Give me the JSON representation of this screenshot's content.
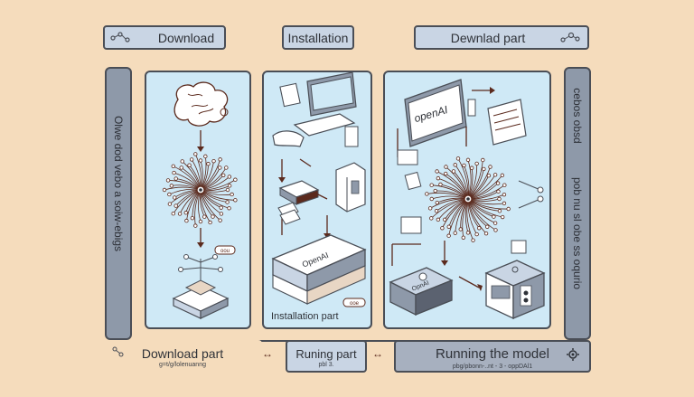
{
  "header": {
    "download_label": "Download",
    "installation_label": "Installation",
    "download_part_label": "Dewnlad part"
  },
  "sidebars": {
    "left_text": "Olwe dod vebo a soiw-ebigs",
    "right_text_top": "cebos obsd",
    "right_text_bottom": "pob nu sl obe ss oqurio"
  },
  "panels": {
    "installation": {
      "book_label": "OpenAI",
      "caption": "Installation part",
      "badge": "ooe"
    },
    "download": {
      "badge": "oou"
    },
    "running": {
      "screen_label": "openAI",
      "device_label": "OpnAI"
    }
  },
  "footer": {
    "download_part_label": "Download part",
    "download_part_sub": "g=t/g/lolenuanng",
    "running_part_label": "Runing part",
    "running_part_sub": "pbl 3.",
    "running_model_label": "Running the model",
    "running_model_sub": "pbg/pbonn-..nt - 3 - oppDAl1"
  },
  "colors": {
    "background": "#f5dcbc",
    "panel": "#cfe9f6",
    "sidebar": "#8e99a9",
    "header_pill": "#c9d5e4",
    "footer_pill": "#a7b0bf",
    "outline": "#4a4e56",
    "arrow": "#5b2a1d"
  },
  "icons": [
    "network-icon",
    "gear-icon",
    "brain-icon",
    "neural-net-icon",
    "computer-icon",
    "server-icon",
    "book-icon",
    "chip-icon",
    "document-icon"
  ]
}
